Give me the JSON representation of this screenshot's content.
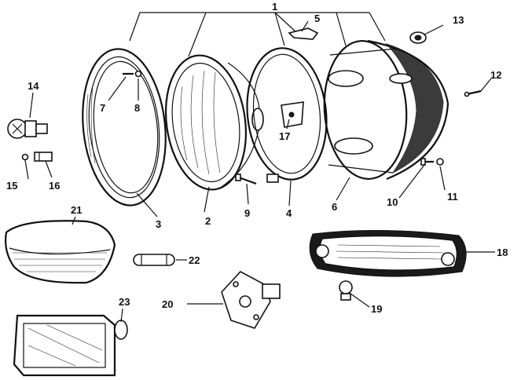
{
  "labels": {
    "l1": "1",
    "l2": "2",
    "l3": "3",
    "l4": "4",
    "l5": "5",
    "l6": "6",
    "l7": "7",
    "l8": "8",
    "l9": "9",
    "l10": "10",
    "l11": "11",
    "l12": "12",
    "l13": "13",
    "l14": "14",
    "l15": "15",
    "l16": "16",
    "l17": "17",
    "l18": "18",
    "l19": "19",
    "l20": "20",
    "l21": "21",
    "l22": "22",
    "l23": "23"
  },
  "colors": {
    "ink": "#111111",
    "paper": "#ffffff"
  }
}
